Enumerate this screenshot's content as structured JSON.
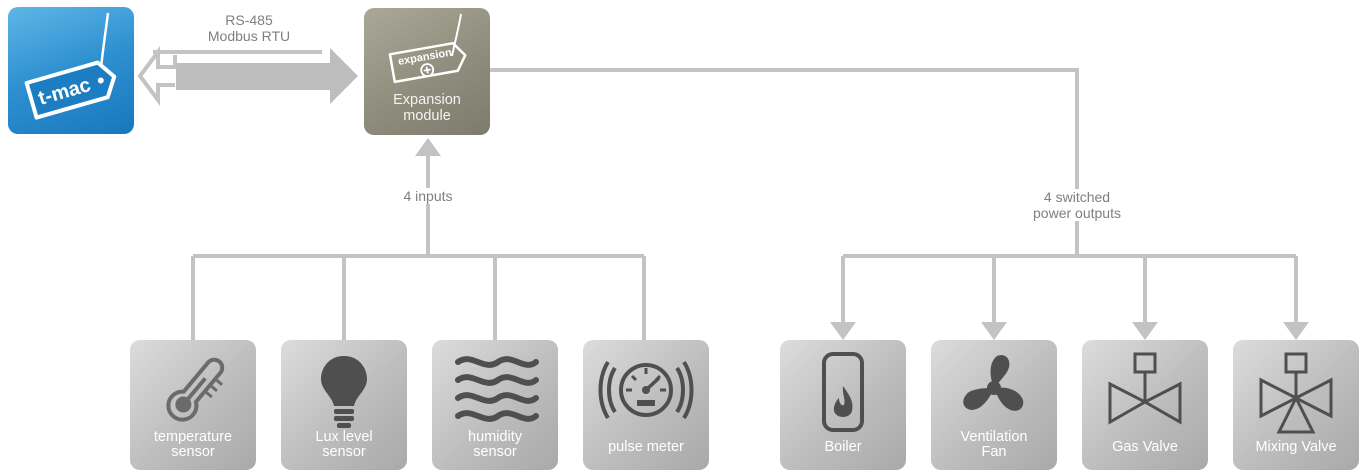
{
  "controller": {
    "logo_text": "t-mac"
  },
  "link": {
    "protocol_line1": "RS-485",
    "protocol_line2": "Modbus RTU"
  },
  "expansion": {
    "badge_text": "expansion",
    "name_line1": "Expansion",
    "name_line2": "module"
  },
  "inputs": {
    "caption": "4 inputs"
  },
  "outputs": {
    "caption_line1": "4 switched",
    "caption_line2": "power outputs"
  },
  "sensors": [
    {
      "line1": "temperature",
      "line2": "sensor",
      "icon": "thermometer-icon"
    },
    {
      "line1": "Lux level",
      "line2": "sensor",
      "icon": "lightbulb-icon"
    },
    {
      "line1": "humidity",
      "line2": "sensor",
      "icon": "humidity-waves-icon"
    },
    {
      "line1": "pulse meter",
      "line2": "",
      "icon": "pulse-meter-icon"
    }
  ],
  "devices": [
    {
      "line1": "Boiler",
      "line2": "",
      "icon": "boiler-flame-icon"
    },
    {
      "line1": "Ventilation",
      "line2": "Fan",
      "icon": "fan-icon"
    },
    {
      "line1": "Gas Valve",
      "line2": "",
      "icon": "gas-valve-icon"
    },
    {
      "line1": "Mixing Valve",
      "line2": "",
      "icon": "mixing-valve-icon"
    }
  ],
  "colors": {
    "connector": "#bfbfbf",
    "controller": "#2d8fd0",
    "expansion": "#8f8d7c",
    "tile": "#bdbdbd",
    "text": "#7f7f7f"
  }
}
